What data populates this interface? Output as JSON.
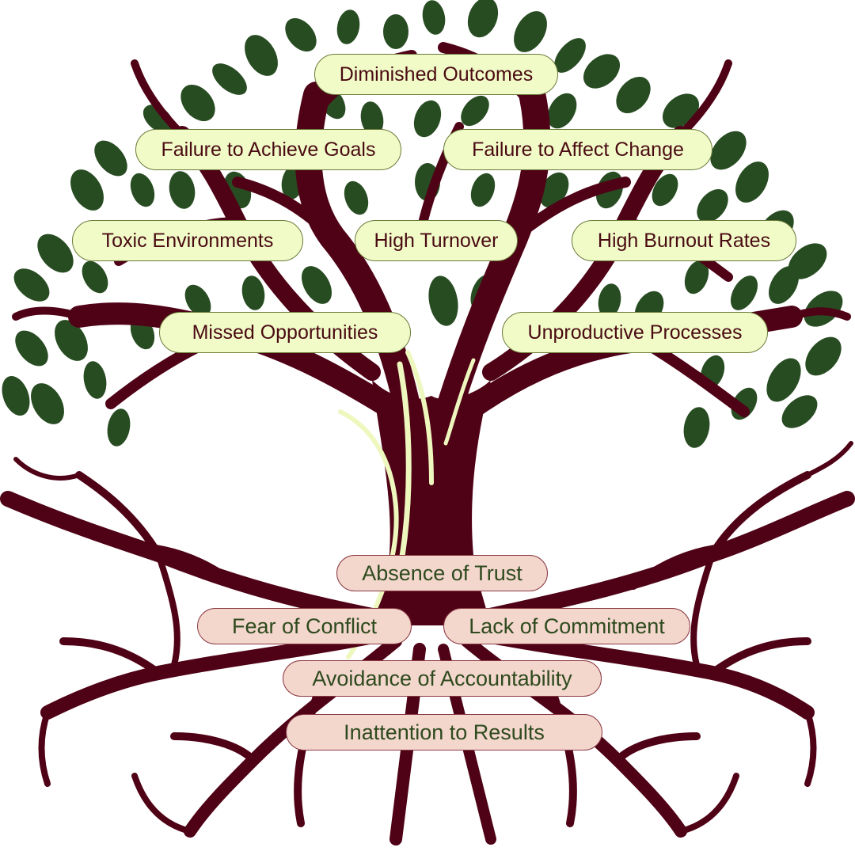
{
  "colors": {
    "trunk": "#4f0116",
    "leaf": "#284c22",
    "highlight": "#eef7bd",
    "fruit_pill": "#f0fbc8",
    "fruit_text": "#4a0a12",
    "root_pill": "#f3d6cc",
    "root_text": "#2e4a1e"
  },
  "consequences": [
    "Diminished Outcomes",
    "Failure to Achieve Goals",
    "Failure to Affect Change",
    "Toxic Environments",
    "High Turnover",
    "High Burnout Rates",
    "Missed Opportunities",
    "Unproductive Processes"
  ],
  "dysfunctions": [
    "Absence of Trust",
    "Fear of Conflict",
    "Lack of Commitment",
    "Avoidance of Accountability",
    "Inattention to Results"
  ]
}
